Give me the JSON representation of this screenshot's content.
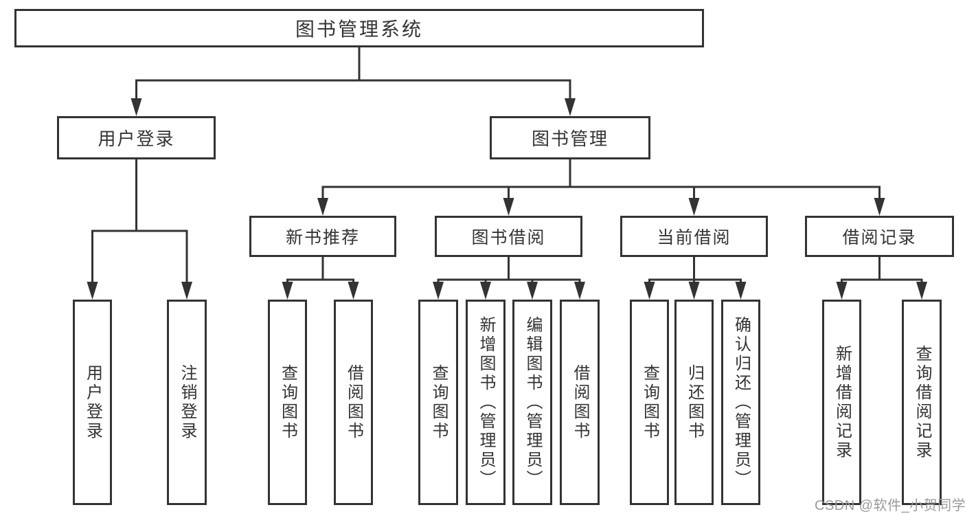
{
  "colors": {
    "line": "#333333",
    "box_border": "#333333",
    "box_bg": "#ffffff",
    "text": "#333333",
    "wm": "#9a9a9a",
    "page_bg": "#ffffff"
  },
  "nodes": {
    "root": {
      "label": "图书管理系统"
    },
    "level2": {
      "user_login": {
        "label": "用户登录"
      },
      "book_management": {
        "label": "图书管理"
      }
    },
    "level3": {
      "new_book_recommend": {
        "label": "新书推荐"
      },
      "book_borrow": {
        "label": "图书借阅"
      },
      "current_borrow": {
        "label": "当前借阅"
      },
      "borrow_record": {
        "label": "借阅记录"
      }
    },
    "leaves": {
      "user_login": {
        "label": "用户登录"
      },
      "logout": {
        "label": "注销登录"
      },
      "nbr_query_book": {
        "label": "查询图书"
      },
      "nbr_borrow_book": {
        "label": "借阅图书"
      },
      "bb_query_book": {
        "label": "查询图书"
      },
      "bb_add_book": {
        "label": "新增图书（管理员）"
      },
      "bb_edit_book": {
        "label": "编辑图书（管理员）"
      },
      "bb_borrow_book": {
        "label": "借阅图书"
      },
      "cb_query_book": {
        "label": "查询图书"
      },
      "cb_return_book": {
        "label": "归还图书"
      },
      "cb_confirm_return": {
        "label": "确认归还（管理员）"
      },
      "br_add_record": {
        "label": "新增借阅记录"
      },
      "br_query_record": {
        "label": "查询借阅记录"
      }
    }
  },
  "watermark": {
    "text": "CSDN @软件_小贺同学"
  }
}
